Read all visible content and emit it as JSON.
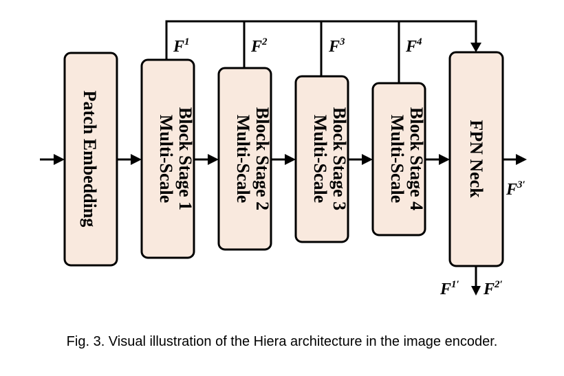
{
  "diagram": {
    "patch_embedding": "Patch Embedding",
    "stages": [
      {
        "line1": "Multi-Scale",
        "line2": "Block Stage 1",
        "feature_base": "F",
        "feature_sup": "1"
      },
      {
        "line1": "Multi-Scale",
        "line2": "Block Stage 2",
        "feature_base": "F",
        "feature_sup": "2"
      },
      {
        "line1": "Multi-Scale",
        "line2": "Block Stage 3",
        "feature_base": "F",
        "feature_sup": "3"
      },
      {
        "line1": "Multi-Scale",
        "line2": "Block Stage 4",
        "feature_base": "F",
        "feature_sup": "4"
      }
    ],
    "fpn_neck": "FPN Neck",
    "outputs": {
      "right": {
        "base": "F",
        "sup": "3′"
      },
      "bottom_left": {
        "base": "F",
        "sup": "1′"
      },
      "bottom_right": {
        "base": "F",
        "sup": "2′"
      }
    },
    "colors": {
      "box_fill": "#f9e9de",
      "stroke": "#000000"
    }
  },
  "caption": "Fig. 3. Visual illustration of the Hiera architecture in the image encoder."
}
